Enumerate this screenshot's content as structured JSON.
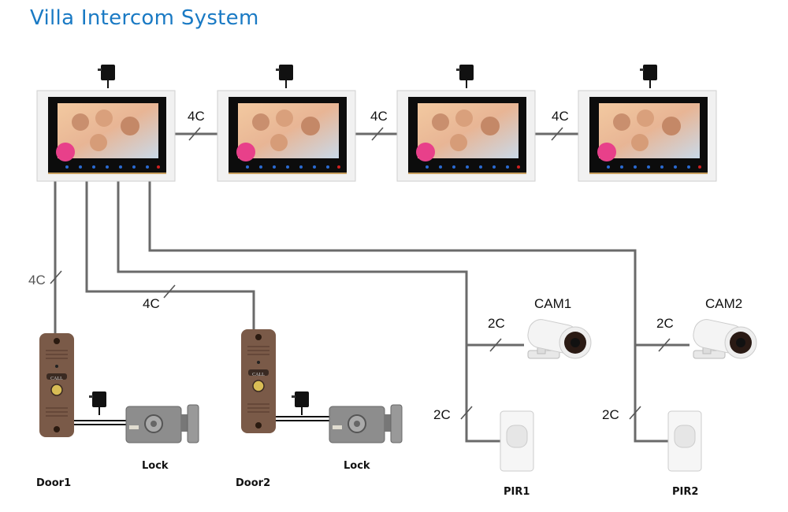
{
  "title": "Villa Intercom System",
  "monitor_links": [
    "4C",
    "4C",
    "4C"
  ],
  "wire_labels": {
    "door1": "4C",
    "door2": "4C",
    "cam1": "2C",
    "pir1": "2C",
    "cam2": "2C",
    "pir2": "2C"
  },
  "devices": {
    "door1": "Door1",
    "door2": "Door2",
    "lock1": "Lock",
    "lock2": "Lock",
    "cam1": "CAM1",
    "cam2": "CAM2",
    "pir1": "PIR1",
    "pir2": "PIR2",
    "call_button": "CALL"
  },
  "colors": {
    "title": "#1a7ac4",
    "wire": "#6a6a6a",
    "door_panel": "#7a5a48"
  }
}
